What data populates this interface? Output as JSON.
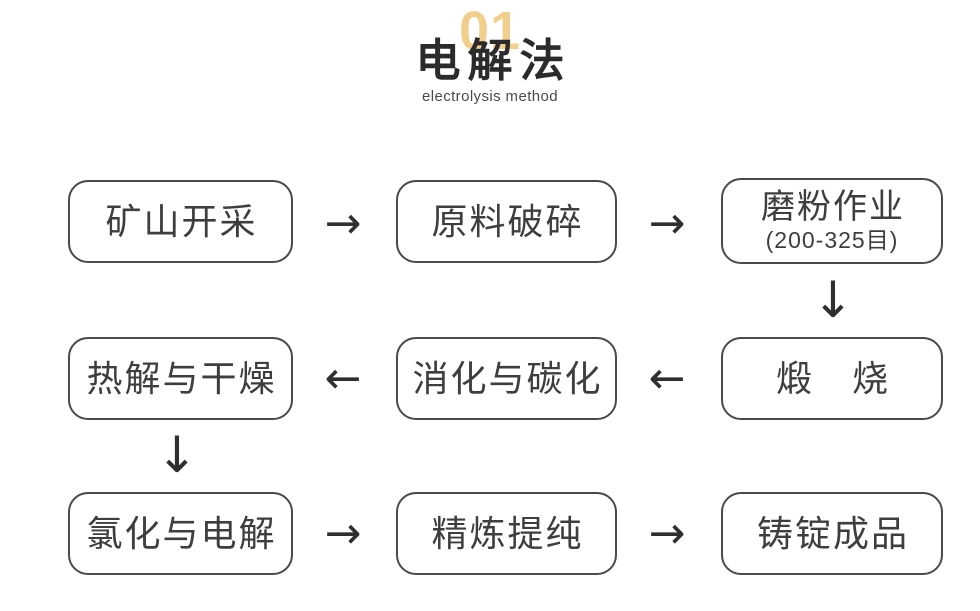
{
  "header": {
    "number": "01",
    "title": "电解法",
    "subtitle": "electrolysis method"
  },
  "colors": {
    "accent_gold": "#f2ce8c",
    "title_dark": "#2b2b2b",
    "box_border": "#4a4a4a",
    "box_text": "#3e3e3e",
    "arrow": "#2f2f2f"
  },
  "flow": {
    "steps": [
      {
        "id": "mining",
        "label": "矿山开采"
      },
      {
        "id": "crushing",
        "label": "原料破碎"
      },
      {
        "id": "milling",
        "label": "磨粉作业",
        "sublabel": "(200-325目)"
      },
      {
        "id": "calcination",
        "label": "煅　烧"
      },
      {
        "id": "digestion-carbonization",
        "label": "消化与碳化"
      },
      {
        "id": "pyrolysis-drying",
        "label": "热解与干燥"
      },
      {
        "id": "chlorination-electrolysis",
        "label": "氯化与电解"
      },
      {
        "id": "refining-purification",
        "label": "精炼提纯"
      },
      {
        "id": "ingot-casting",
        "label": "铸锭成品"
      }
    ],
    "arrows": {
      "right": "→",
      "left": "←",
      "down": "↓"
    }
  }
}
